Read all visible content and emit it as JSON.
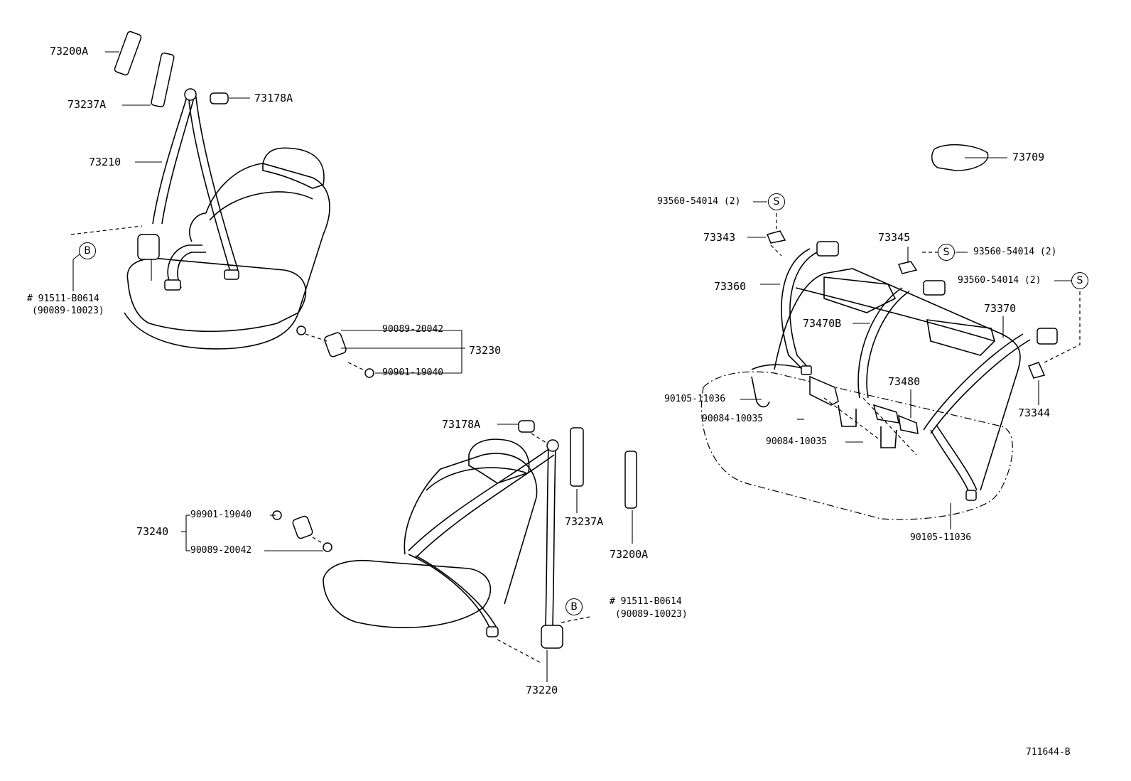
{
  "labels": {
    "l73200A_top": "73200A",
    "l73237A_top": "73237A",
    "l73178A_top": "73178A",
    "l73210": "73210",
    "l91511_left": "# 91511-B0614",
    "l90089_10023_left": "(90089-10023)",
    "l90089_20042_mid": "90089-20042",
    "l73230": "73230",
    "l90901_19040_mid": "90901-19040",
    "l73178A_bottom": "73178A",
    "l73237A_bottom": "73237A",
    "l73200A_bottom": "73200A",
    "l73240": "73240",
    "l90901_19040_left": "90901-19040",
    "l90089_20042_left": "90089-20042",
    "l91511_bottom": "# 91511-B0614",
    "l90089_10023_bottom": "(90089-10023)",
    "l73220": "73220",
    "l73709": "73709",
    "l93560_a": "93560-54014 (2)",
    "l73343": "73343",
    "l73345": "73345",
    "l93560_b": "93560-54014 (2)",
    "l93560_c": "93560-54014 (2)",
    "l73360": "73360",
    "l73470B": "73470B",
    "l73370": "73370",
    "l73480": "73480",
    "l90105_11036_a": "90105-11036",
    "l90084_10035_a": "90084-10035",
    "l90084_10035_b": "90084-10035",
    "l73344": "73344",
    "l90105_11036_b": "90105-11036",
    "diagram_code": "711644-B"
  },
  "markers": {
    "bolt_symbol": "B",
    "standard_symbol": "S"
  }
}
